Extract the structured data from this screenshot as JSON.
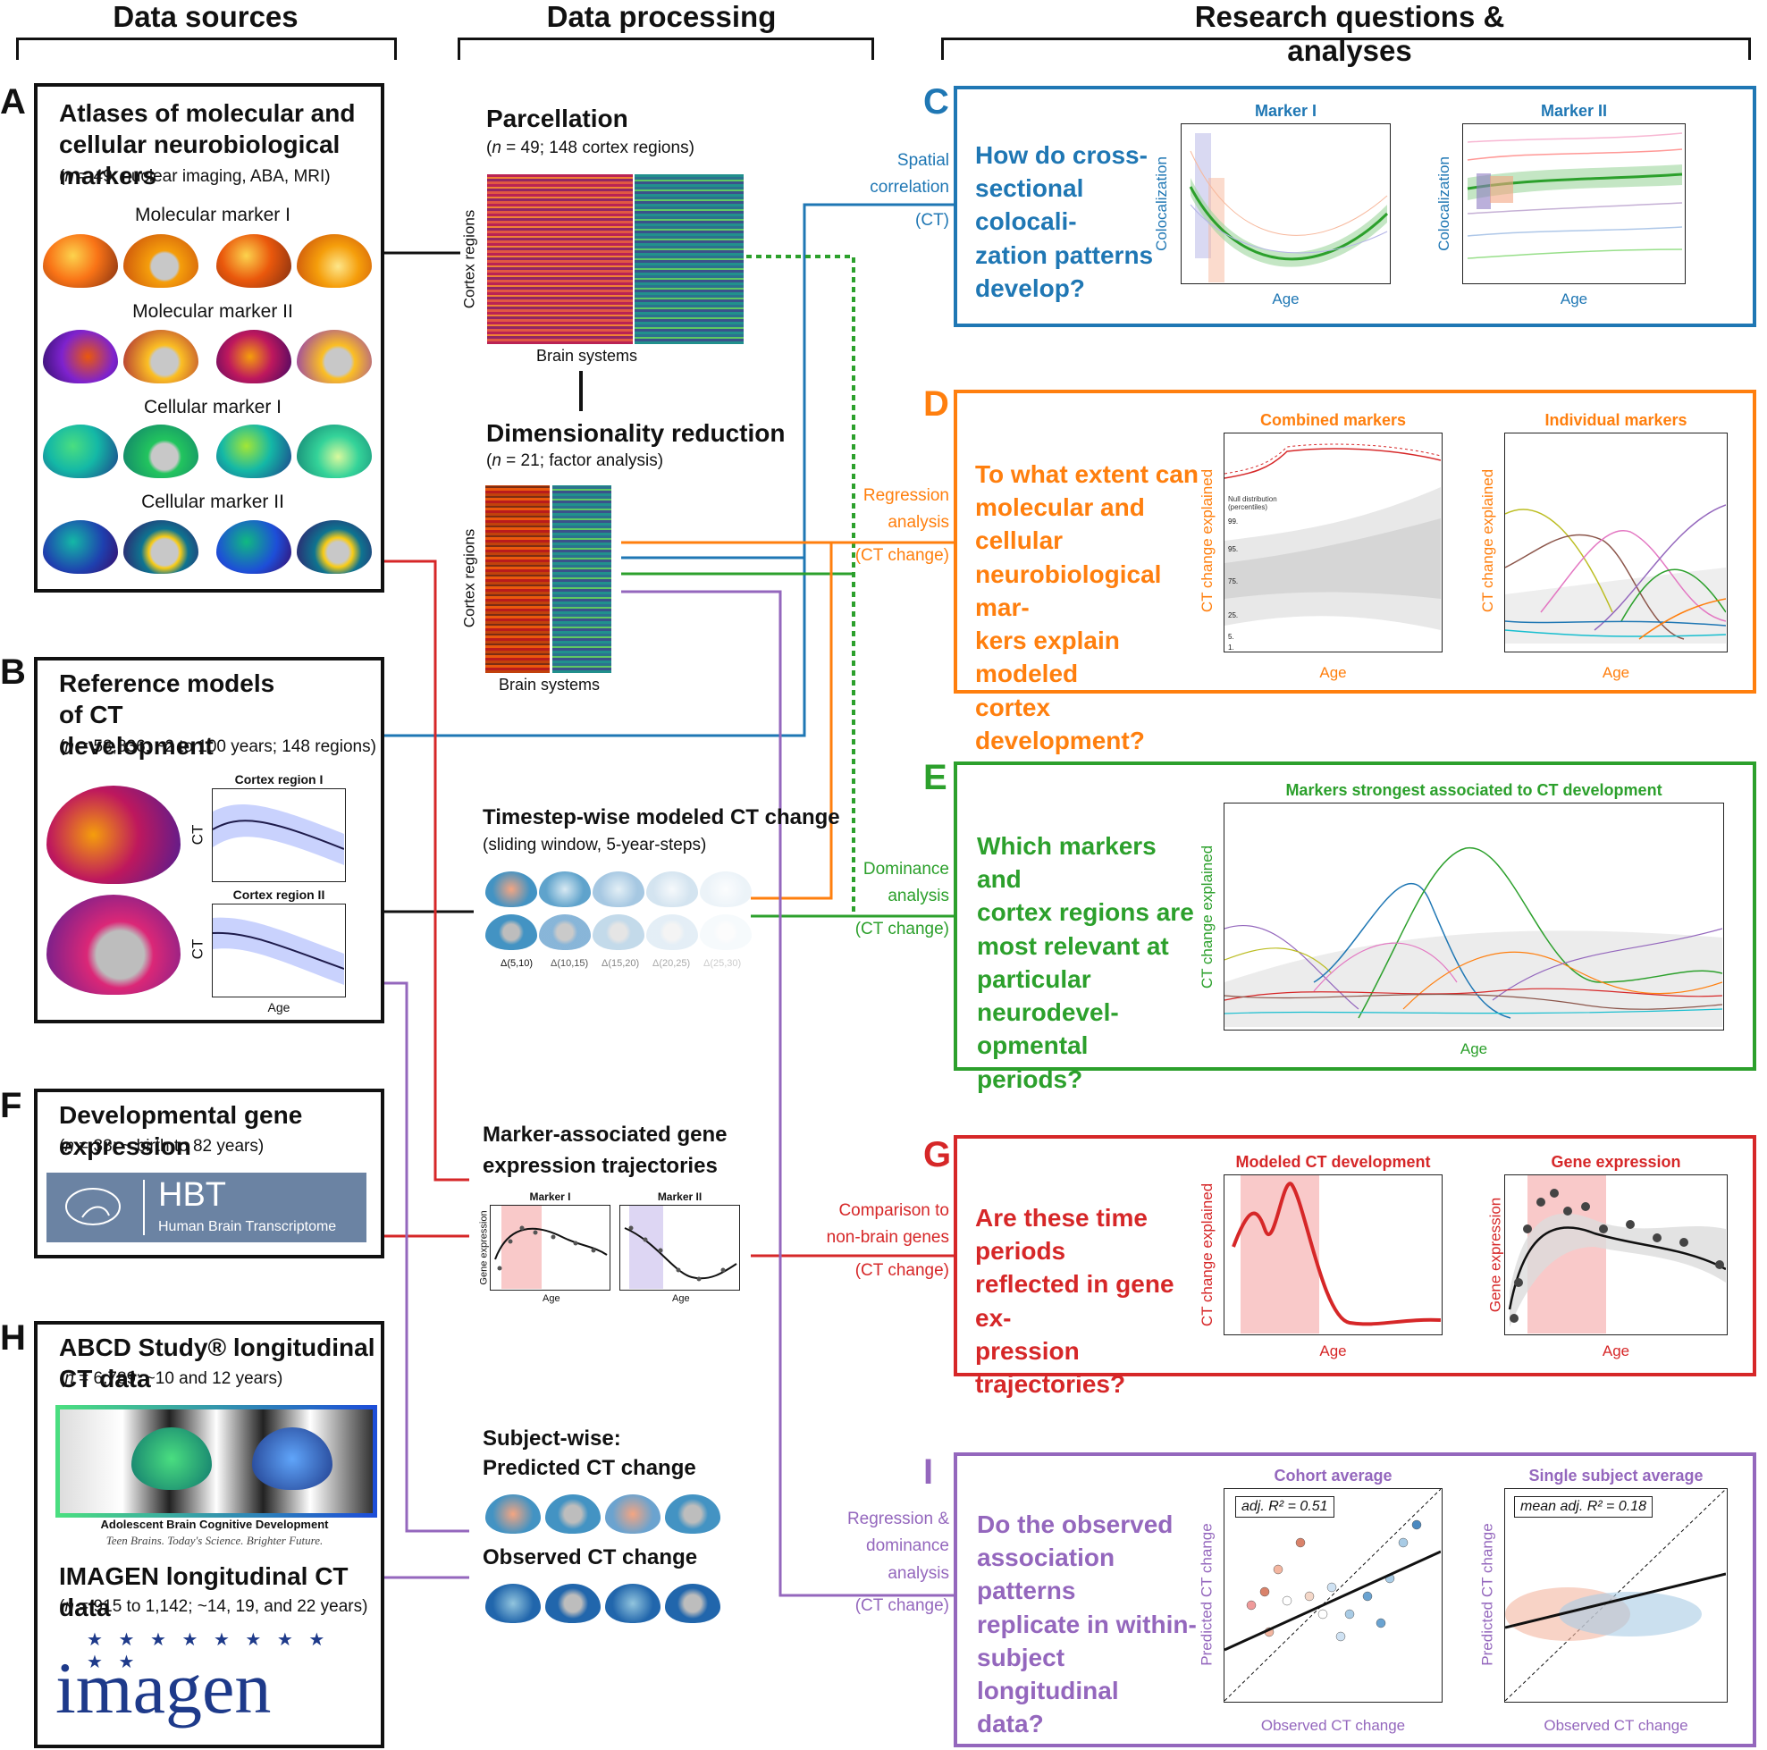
{
  "columns": {
    "sources": "Data sources",
    "processing": "Data processing",
    "questions": "Research questions & analyses"
  },
  "colors": {
    "black": "#111111",
    "blue": "#1f77b4",
    "orange": "#ff7f0e",
    "green": "#2ca02c",
    "red": "#d62728",
    "purple": "#9467bd"
  },
  "panels": {
    "A": {
      "letter": "A",
      "title": "Atlases of molecular and cellular neurobiological markers",
      "subtitle_n": "n",
      "subtitle_rest": " = 49; nuclear imaging, ABA, MRI)",
      "markers": [
        "Molecular marker I",
        "Molecular marker II",
        "Cellular marker I",
        "Cellular marker II"
      ]
    },
    "B": {
      "letter": "B",
      "title": "Reference models of CT development",
      "subtitle_n": "n",
      "subtitle_rest": " = 58,836; ~2 to 100 years; 148 regions)",
      "plot1_title": "Cortex region I",
      "plot2_title": "Cortex region II",
      "ylabel": "CT",
      "xlabel": "Age"
    },
    "F": {
      "letter": "F",
      "title": "Developmental gene expression",
      "subtitle_n": "n",
      "subtitle_rest": " = 33; ~ birth to 82 years)",
      "logo_big": "HBT",
      "logo_small": "Human Brain Transcriptome"
    },
    "H": {
      "letter": "H",
      "title1": "ABCD Study® longitudinal CT data",
      "sub1_n": "n",
      "sub1_rest": " = 6,789; ~10 and 12 years)",
      "abcd_name": "Adolescent Brain Cognitive Development",
      "abcd_tag": "Teen Brains. Today's Science. Brighter Future.",
      "title2": "IMAGEN longitudinal CT data",
      "sub2_n": "n",
      "sub2_rest": " = 915 to 1,142; ~14, 19, and 22 years)",
      "imagen_logo": "imagen"
    }
  },
  "processing": {
    "parcellation_title": "Parcellation",
    "parcellation_sub_n": "n",
    "parcellation_sub_rest": " = 49; 148 cortex regions)",
    "dimred_title": "Dimensionality reduction",
    "dimred_sub_n": "n",
    "dimred_sub_rest": " = 21; factor analysis)",
    "heat_ylabel": "Cortex regions",
    "heat_xlabel": "Brain systems",
    "timestep_title": "Timestep-wise modeled CT change",
    "timestep_sub": "(sliding window, 5-year-steps)",
    "timestep_labels": [
      "Δ(5,10)",
      "Δ(10,15)",
      "Δ(15,20)",
      "Δ(20,25)",
      "Δ(25,30)"
    ],
    "gene_title1": "Marker-associated gene",
    "gene_title2": "expression trajectories",
    "gene_plot_titles": [
      "Marker I",
      "Marker II"
    ],
    "gene_ylabel": "Gene expression",
    "gene_xlabel": "Age",
    "subject_title1": "Subject-wise:",
    "subject_title2": "Predicted CT change",
    "observed_title": "Observed CT change"
  },
  "analyses": {
    "C": {
      "letter": "C",
      "method": [
        "Spatial",
        "correlation",
        "(CT)"
      ],
      "question": [
        "How do cross-",
        "sectional colocali-",
        "zation patterns",
        "develop?"
      ],
      "plot_titles": [
        "Marker I",
        "Marker II"
      ],
      "ylabel": "Colocalization",
      "xlabel": "Age"
    },
    "D": {
      "letter": "D",
      "method": [
        "Regression",
        "analysis",
        "(CT change)"
      ],
      "question": [
        "To what extent can",
        "molecular and cellular",
        "neurobiological mar-",
        "kers explain modeled",
        "cortex development?"
      ],
      "plot_titles": [
        "Combined markers",
        "Individual markers"
      ],
      "ylabel": "CT change explained",
      "xlabel": "Age",
      "null_label": [
        "Null distribution",
        "(percentiles)"
      ],
      "percentiles": [
        "99.",
        "95.",
        "75.",
        "25.",
        "5.",
        "1."
      ]
    },
    "E": {
      "letter": "E",
      "method": [
        "Dominance",
        "analysis",
        "(CT change)"
      ],
      "question": [
        "Which markers and",
        "cortex regions are",
        "most relevant at",
        "particular neurodevel-",
        "opmental periods?"
      ],
      "plot_title": "Markers strongest associated to CT development",
      "ylabel": "CT change explained",
      "xlabel": "Age"
    },
    "G": {
      "letter": "G",
      "method": [
        "Comparison to",
        "non-brain genes",
        "(CT change)"
      ],
      "question": [
        "Are these time periods",
        "reflected in gene ex-",
        "pression trajectories?"
      ],
      "plot_titles": [
        "Modeled CT development",
        "Gene expression"
      ],
      "ylabels": [
        "CT change explained",
        "Gene expression"
      ],
      "xlabel": "Age"
    },
    "I": {
      "letter": "I",
      "method": [
        "Regression &",
        "dominance",
        "analysis",
        "(CT change)"
      ],
      "question": [
        "Do the observed",
        "association patterns",
        "replicate in within-",
        "subject longitudinal",
        "data?"
      ],
      "plot_titles": [
        "Cohort average",
        "Single subject average"
      ],
      "ylabel": "Predicted CT change",
      "xlabel": "Observed CT change",
      "badge1": "adj.  R² = 0.51",
      "badge2": "mean adj.  R² = 0.18"
    }
  }
}
